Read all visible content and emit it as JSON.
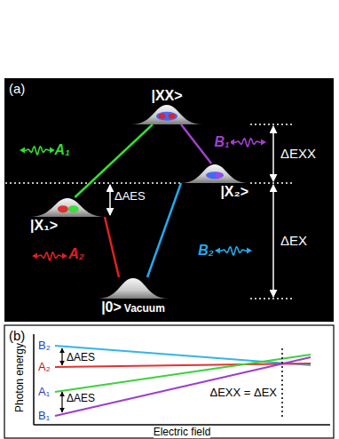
{
  "diagram": {
    "nodes": [
      {
        "text": [
          "|XX>"
        ]
      },
      {
        "text": [
          "|X₁>"
        ]
      },
      {
        "text": [
          "|X₂>"
        ]
      },
      {
        "text": [
          "|0>",
          "Vacuum"
        ]
      }
    ],
    "edges": [
      {
        "from": 0,
        "to": 1,
        "label": "A₁",
        "arrow": "none"
      },
      {
        "from": 0,
        "to": 2,
        "label": "B₁",
        "arrow": "none"
      },
      {
        "from": 1,
        "to": 3,
        "label": "A₂",
        "arrow": "none"
      },
      {
        "from": 2,
        "to": 3,
        "label": "B₂",
        "arrow": "none"
      }
    ],
    "labels": [
      "(a)",
      "ΔAES",
      "ΔEXX",
      "ΔEX",
      "(b)",
      "B₂",
      "A₂",
      "ΔAES",
      "A₁",
      "B₁",
      "ΔAES",
      "ΔEXX = ΔEX",
      "Photon energy",
      "Electric field"
    ]
  }
}
